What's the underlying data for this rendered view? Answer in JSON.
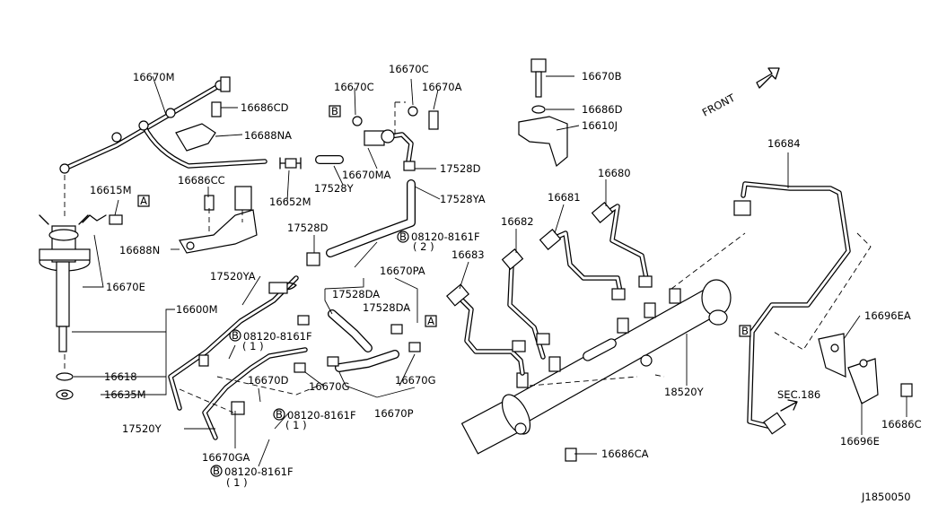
{
  "diagram_id": "J1850050",
  "front_label": "FRONT",
  "callouts": {
    "c16670M": "16670M",
    "c16686CD": "16686CD",
    "c16688NA": "16688NA",
    "c16686CC": "16686CC",
    "c16615M": "16615M",
    "c16688N": "16688N",
    "c16670E": "16670E",
    "c16600M": "16600M",
    "c16618": "16618",
    "c16635M": "16635M",
    "c16670C_a": "16670C",
    "c16670C_b": "16670C",
    "c16670A": "16670A",
    "c16670MA": "16670MA",
    "c16652M": "16652M",
    "c17528Y": "17528Y",
    "c17528D_a": "17528D",
    "c17528YA": "17528YA",
    "c17528D_b": "17528D",
    "c08120_2": "08120-8161F",
    "q2": "( 2 )",
    "c17520YA": "17520YA",
    "c16670PA": "16670PA",
    "c17528DA_a": "17528DA",
    "c17528DA_b": "17528DA",
    "c08120_1a": "08120-8161F",
    "q1a": "( 1 )",
    "c16670D": "16670D",
    "c16670G_a": "16670G",
    "c16670G_b": "16670G",
    "c16670P": "16670P",
    "c08120_1b": "08120-8161F",
    "q1b": "( 1 )",
    "c17520Y": "17520Y",
    "c16670GA": "16670GA",
    "c08120_1c": "08120-8161F",
    "q1c": "( 1 )",
    "c16670B": "16670B",
    "c16686D": "16686D",
    "c16610J": "16610J",
    "c16682": "16682",
    "c16681": "16681",
    "c16680": "16680",
    "c16683": "16683",
    "c16684": "16684",
    "c18520Y": "18520Y",
    "c16686CA": "16686CA",
    "c16696EA": "16696EA",
    "c16696E": "16696E",
    "c16686C": "16686C",
    "sec186": "SEC.186"
  },
  "ref_marks": {
    "a1": "A",
    "a2": "A",
    "b1": "B",
    "b2": "B",
    "circle_b": "B"
  }
}
